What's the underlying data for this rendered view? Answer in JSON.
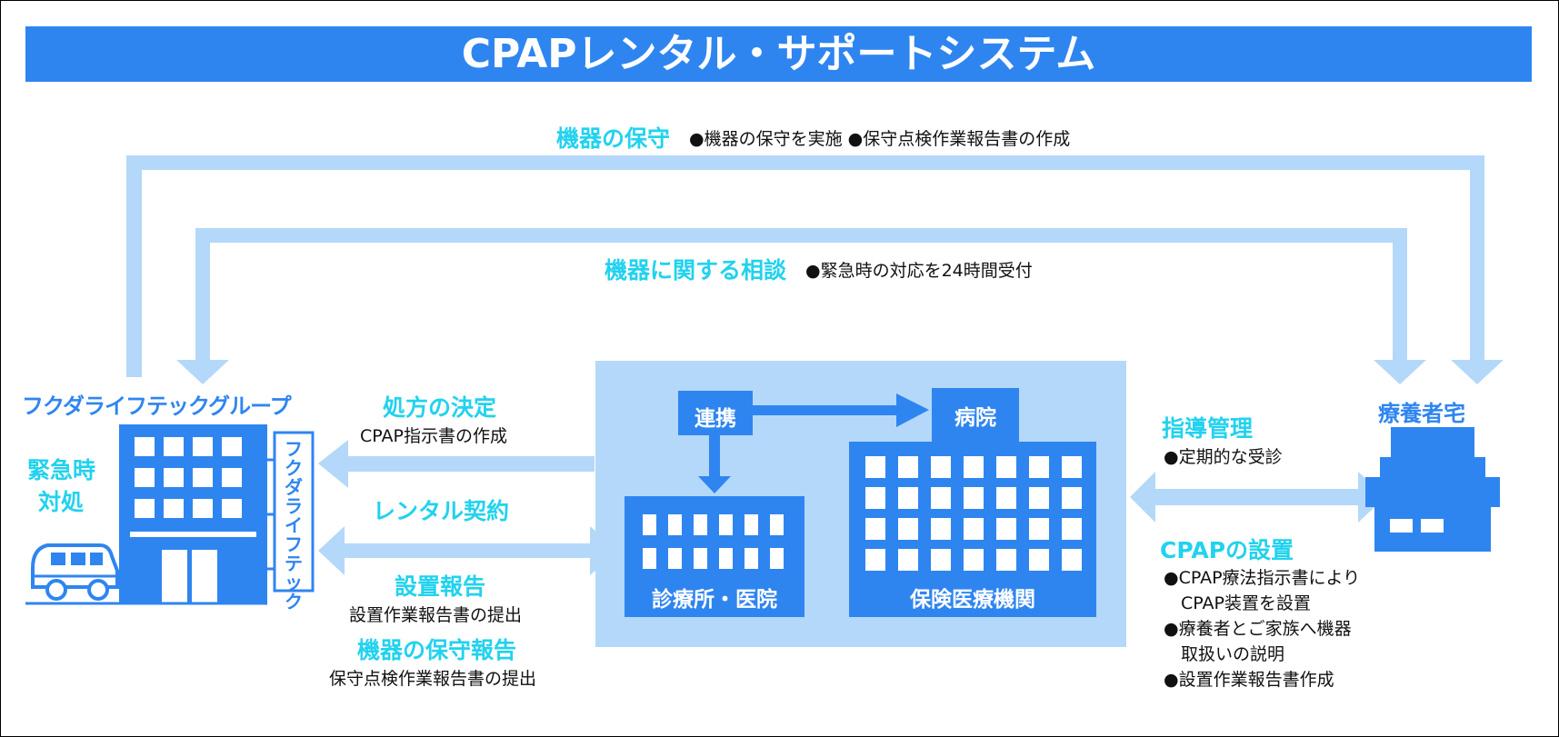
{
  "title": "CPAPレンタル・サポートシステム",
  "colors": {
    "primary": "#2f85f0",
    "arrow": "#b4d8f9",
    "panel": "#b4d8f9",
    "accent": "#22d2ee",
    "text": "#111111"
  },
  "top_flows": {
    "maintenance": {
      "label": "機器の保守",
      "detail": "●機器の保守を実施 ●保守点検作業報告書の作成"
    },
    "consultation": {
      "label": "機器に関する相談",
      "detail": "●緊急時の対応を24時間受付"
    }
  },
  "company": {
    "name": "フクダライフテックグループ",
    "emergency": [
      "緊急時",
      "対処"
    ],
    "sign": "フクダライフテック"
  },
  "middle_flows": {
    "prescription": {
      "label": "処方の決定",
      "detail": "CPAP指示書の作成"
    },
    "rental": {
      "label": "レンタル契約"
    },
    "install_report": {
      "label": "設置報告",
      "detail": "設置作業報告書の提出"
    },
    "maintenance_report": {
      "label": "機器の保守報告",
      "detail": "保守点検作業報告書の提出"
    }
  },
  "medical": {
    "cooperation": "連携",
    "hospital": "病院",
    "clinic": "診療所・医院",
    "insurance": "保険医療機関"
  },
  "guidance": {
    "label": "指導管理",
    "detail": "●定期的な受診"
  },
  "installation": {
    "label": "CPAPの設置",
    "items": [
      "●CPAP療法指示書により",
      "　CPAP装置を設置",
      "●療養者とご家族へ機器",
      "　取扱いの説明",
      "●設置作業報告書作成"
    ]
  },
  "patient_home": {
    "label": "療養者宅"
  }
}
